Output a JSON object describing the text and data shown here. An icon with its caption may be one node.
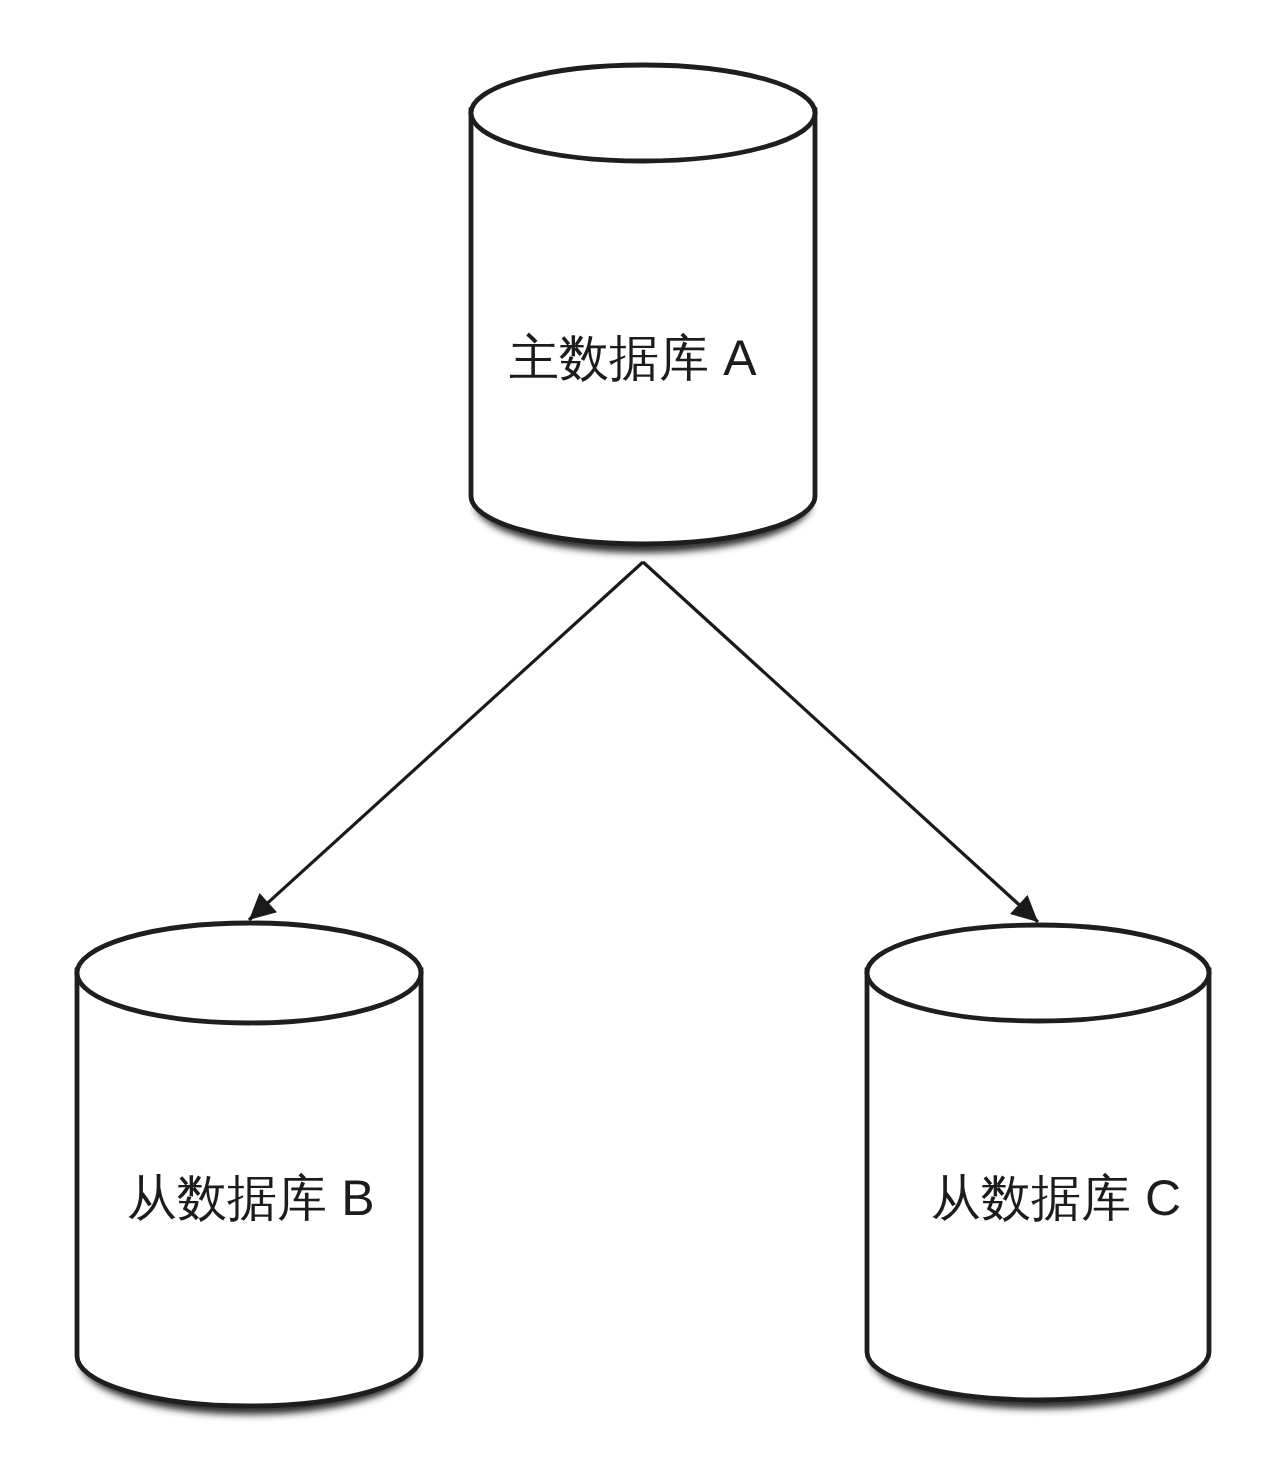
{
  "diagram": {
    "nodes": [
      {
        "text": [
          "主数据库 A"
        ]
      },
      {
        "text": [
          "从数据库 B"
        ]
      },
      {
        "text": [
          "从数据库 C"
        ]
      }
    ],
    "edges": [
      {
        "from": 0,
        "to": 1,
        "arrow": "to"
      },
      {
        "from": 0,
        "to": 2,
        "arrow": "to"
      }
    ]
  }
}
